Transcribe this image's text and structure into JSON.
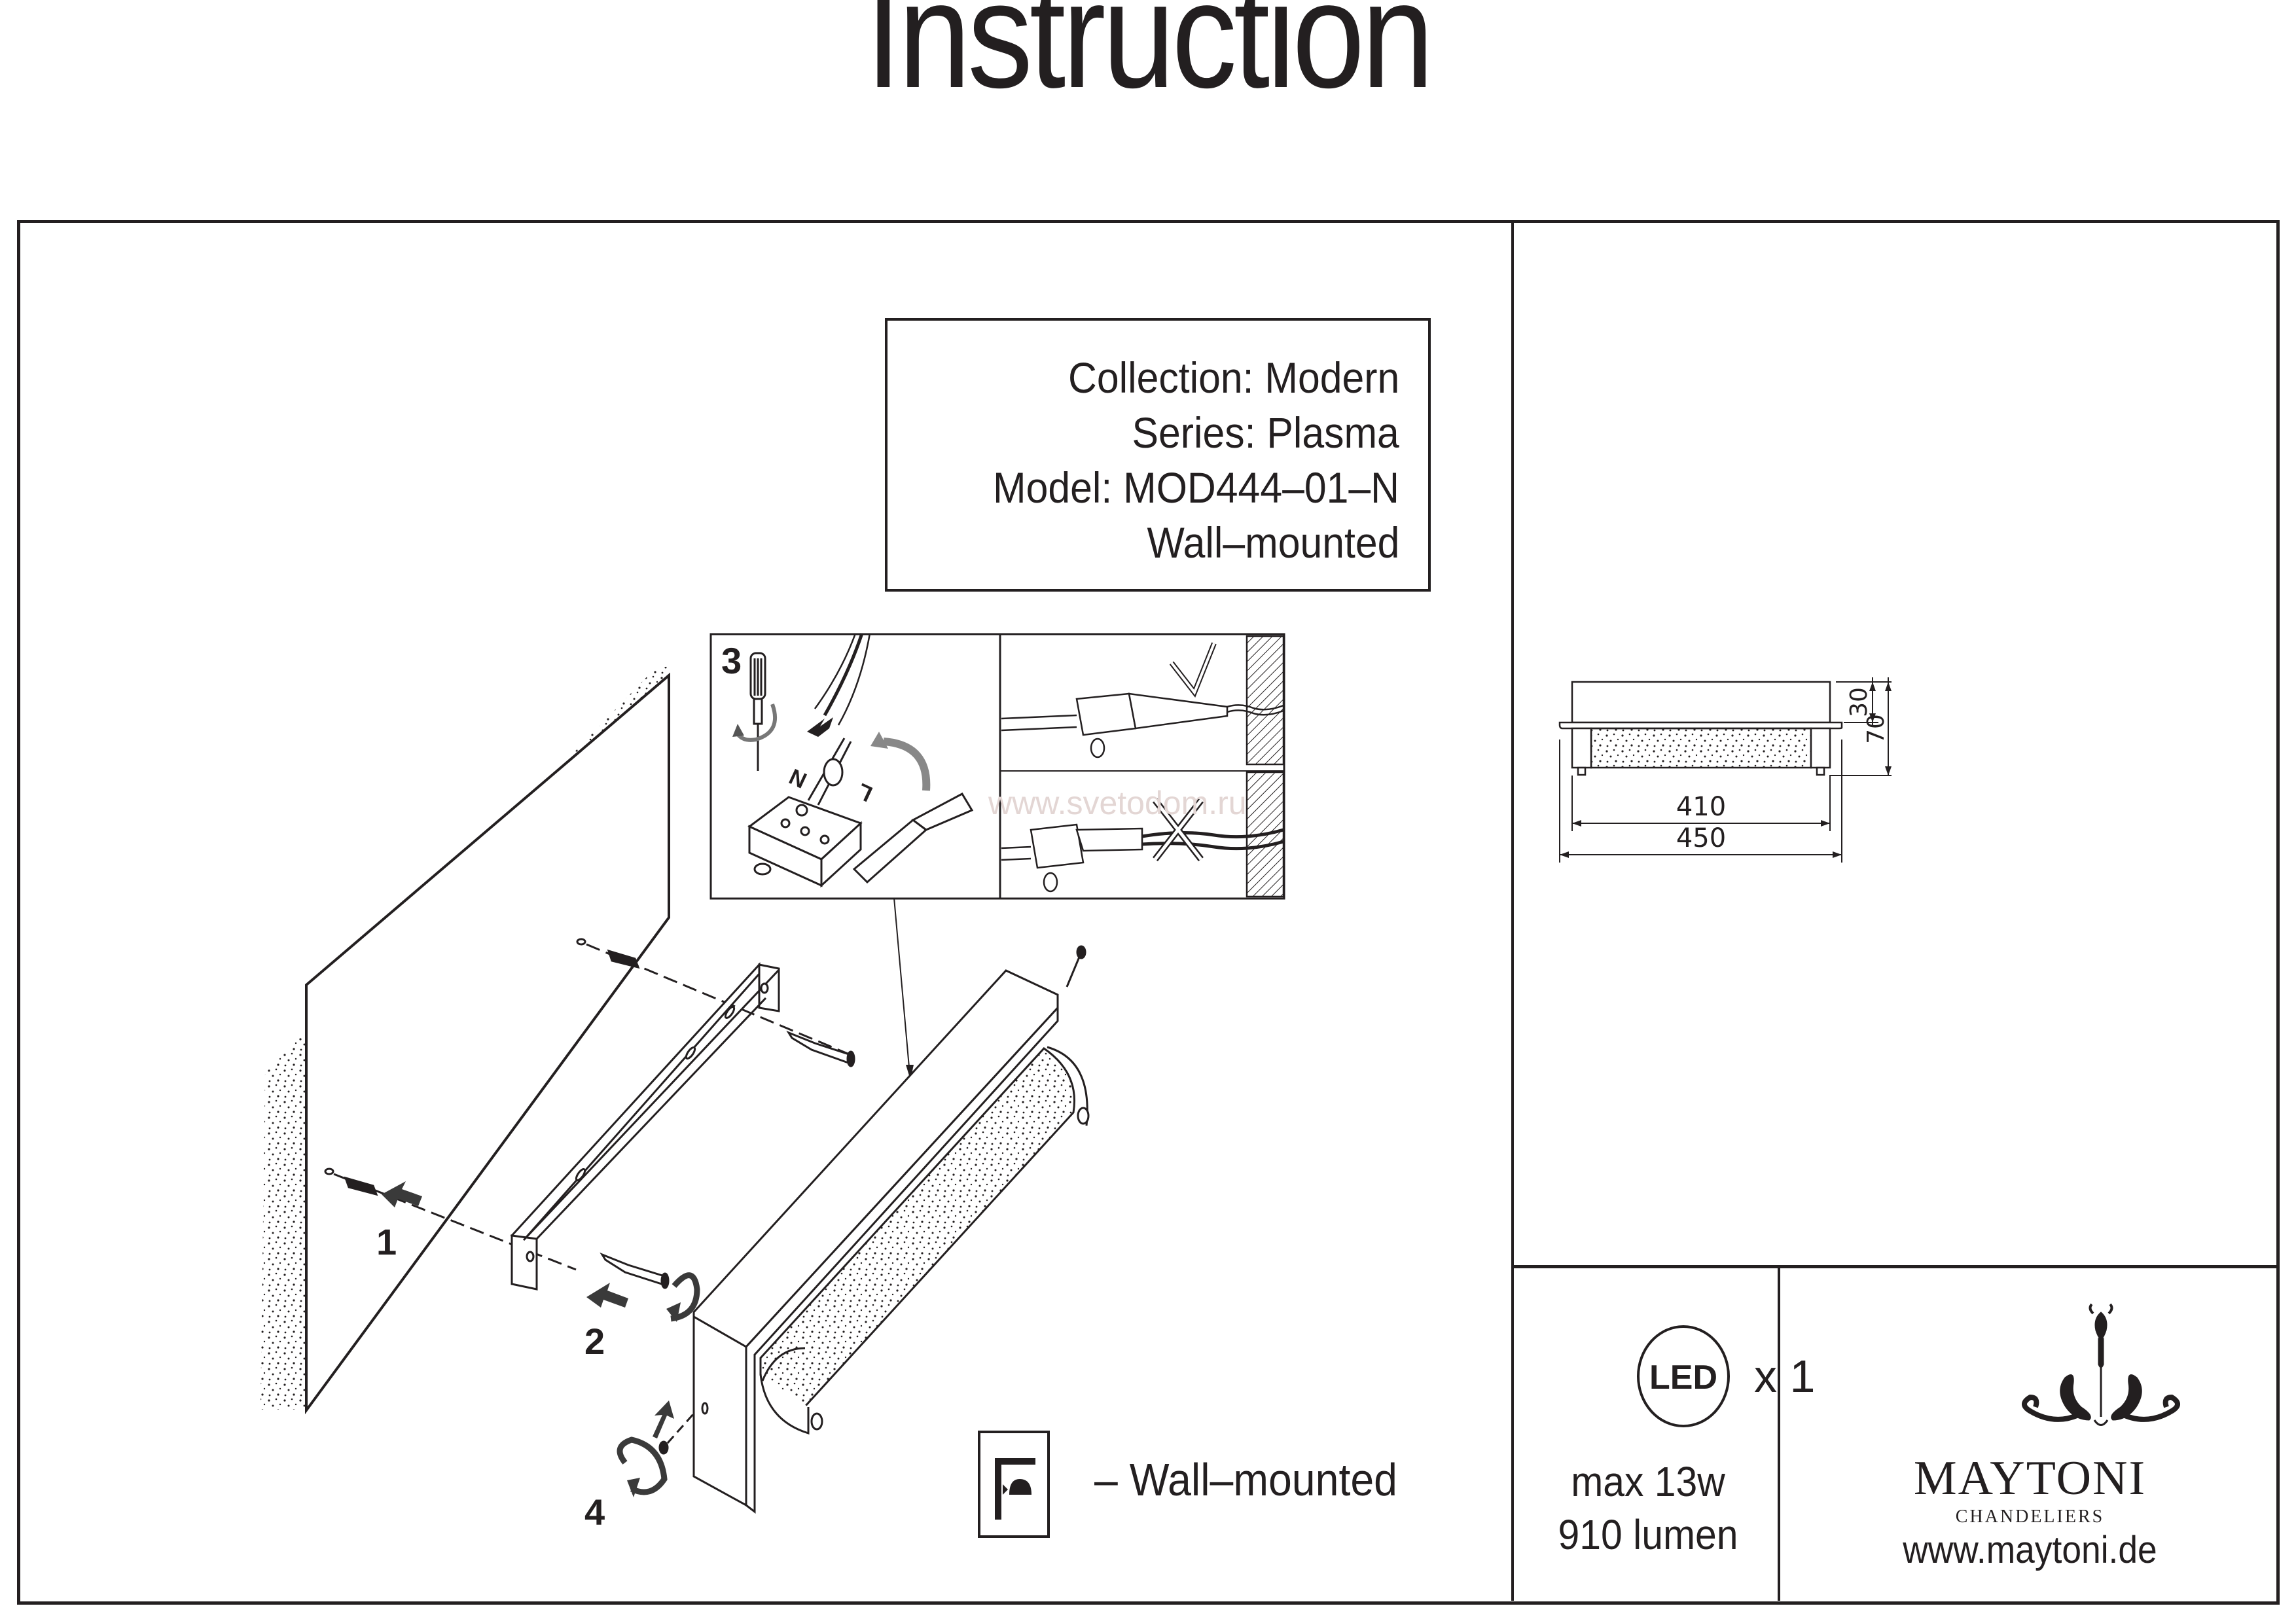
{
  "document": {
    "title": "Instruction"
  },
  "product_info": {
    "collection": "Collection: Modern",
    "series": "Series: Plasma",
    "model": "Model: MOD444–01–N",
    "mounting": "Wall–mounted"
  },
  "assembly": {
    "steps": [
      {
        "number": "1",
        "description": "insert-wall-plug"
      },
      {
        "number": "2",
        "description": "screw-mounting-bracket"
      },
      {
        "number": "3",
        "description": "connect-wires-terminal-block"
      },
      {
        "number": "4",
        "description": "secure-fixture-screw"
      }
    ],
    "wiring_labels": {
      "neutral": "N",
      "live": "L"
    },
    "watermark": "www.svetodom.ru",
    "legend": {
      "icon": "wall-mount-icon",
      "label": "– Wall–mounted"
    }
  },
  "dimensions": {
    "unit": "mm",
    "length_body": "410",
    "length_total": "450",
    "height_body": "30",
    "height_total": "70"
  },
  "specs": {
    "light_source_icon": "LED",
    "quantity": "x 1",
    "max_power": "max 13w",
    "luminous_flux": "910 lumen"
  },
  "brand": {
    "name": "MAYTONI",
    "subtitle": "CHANDELIERS",
    "url": "www.maytoni.de"
  }
}
